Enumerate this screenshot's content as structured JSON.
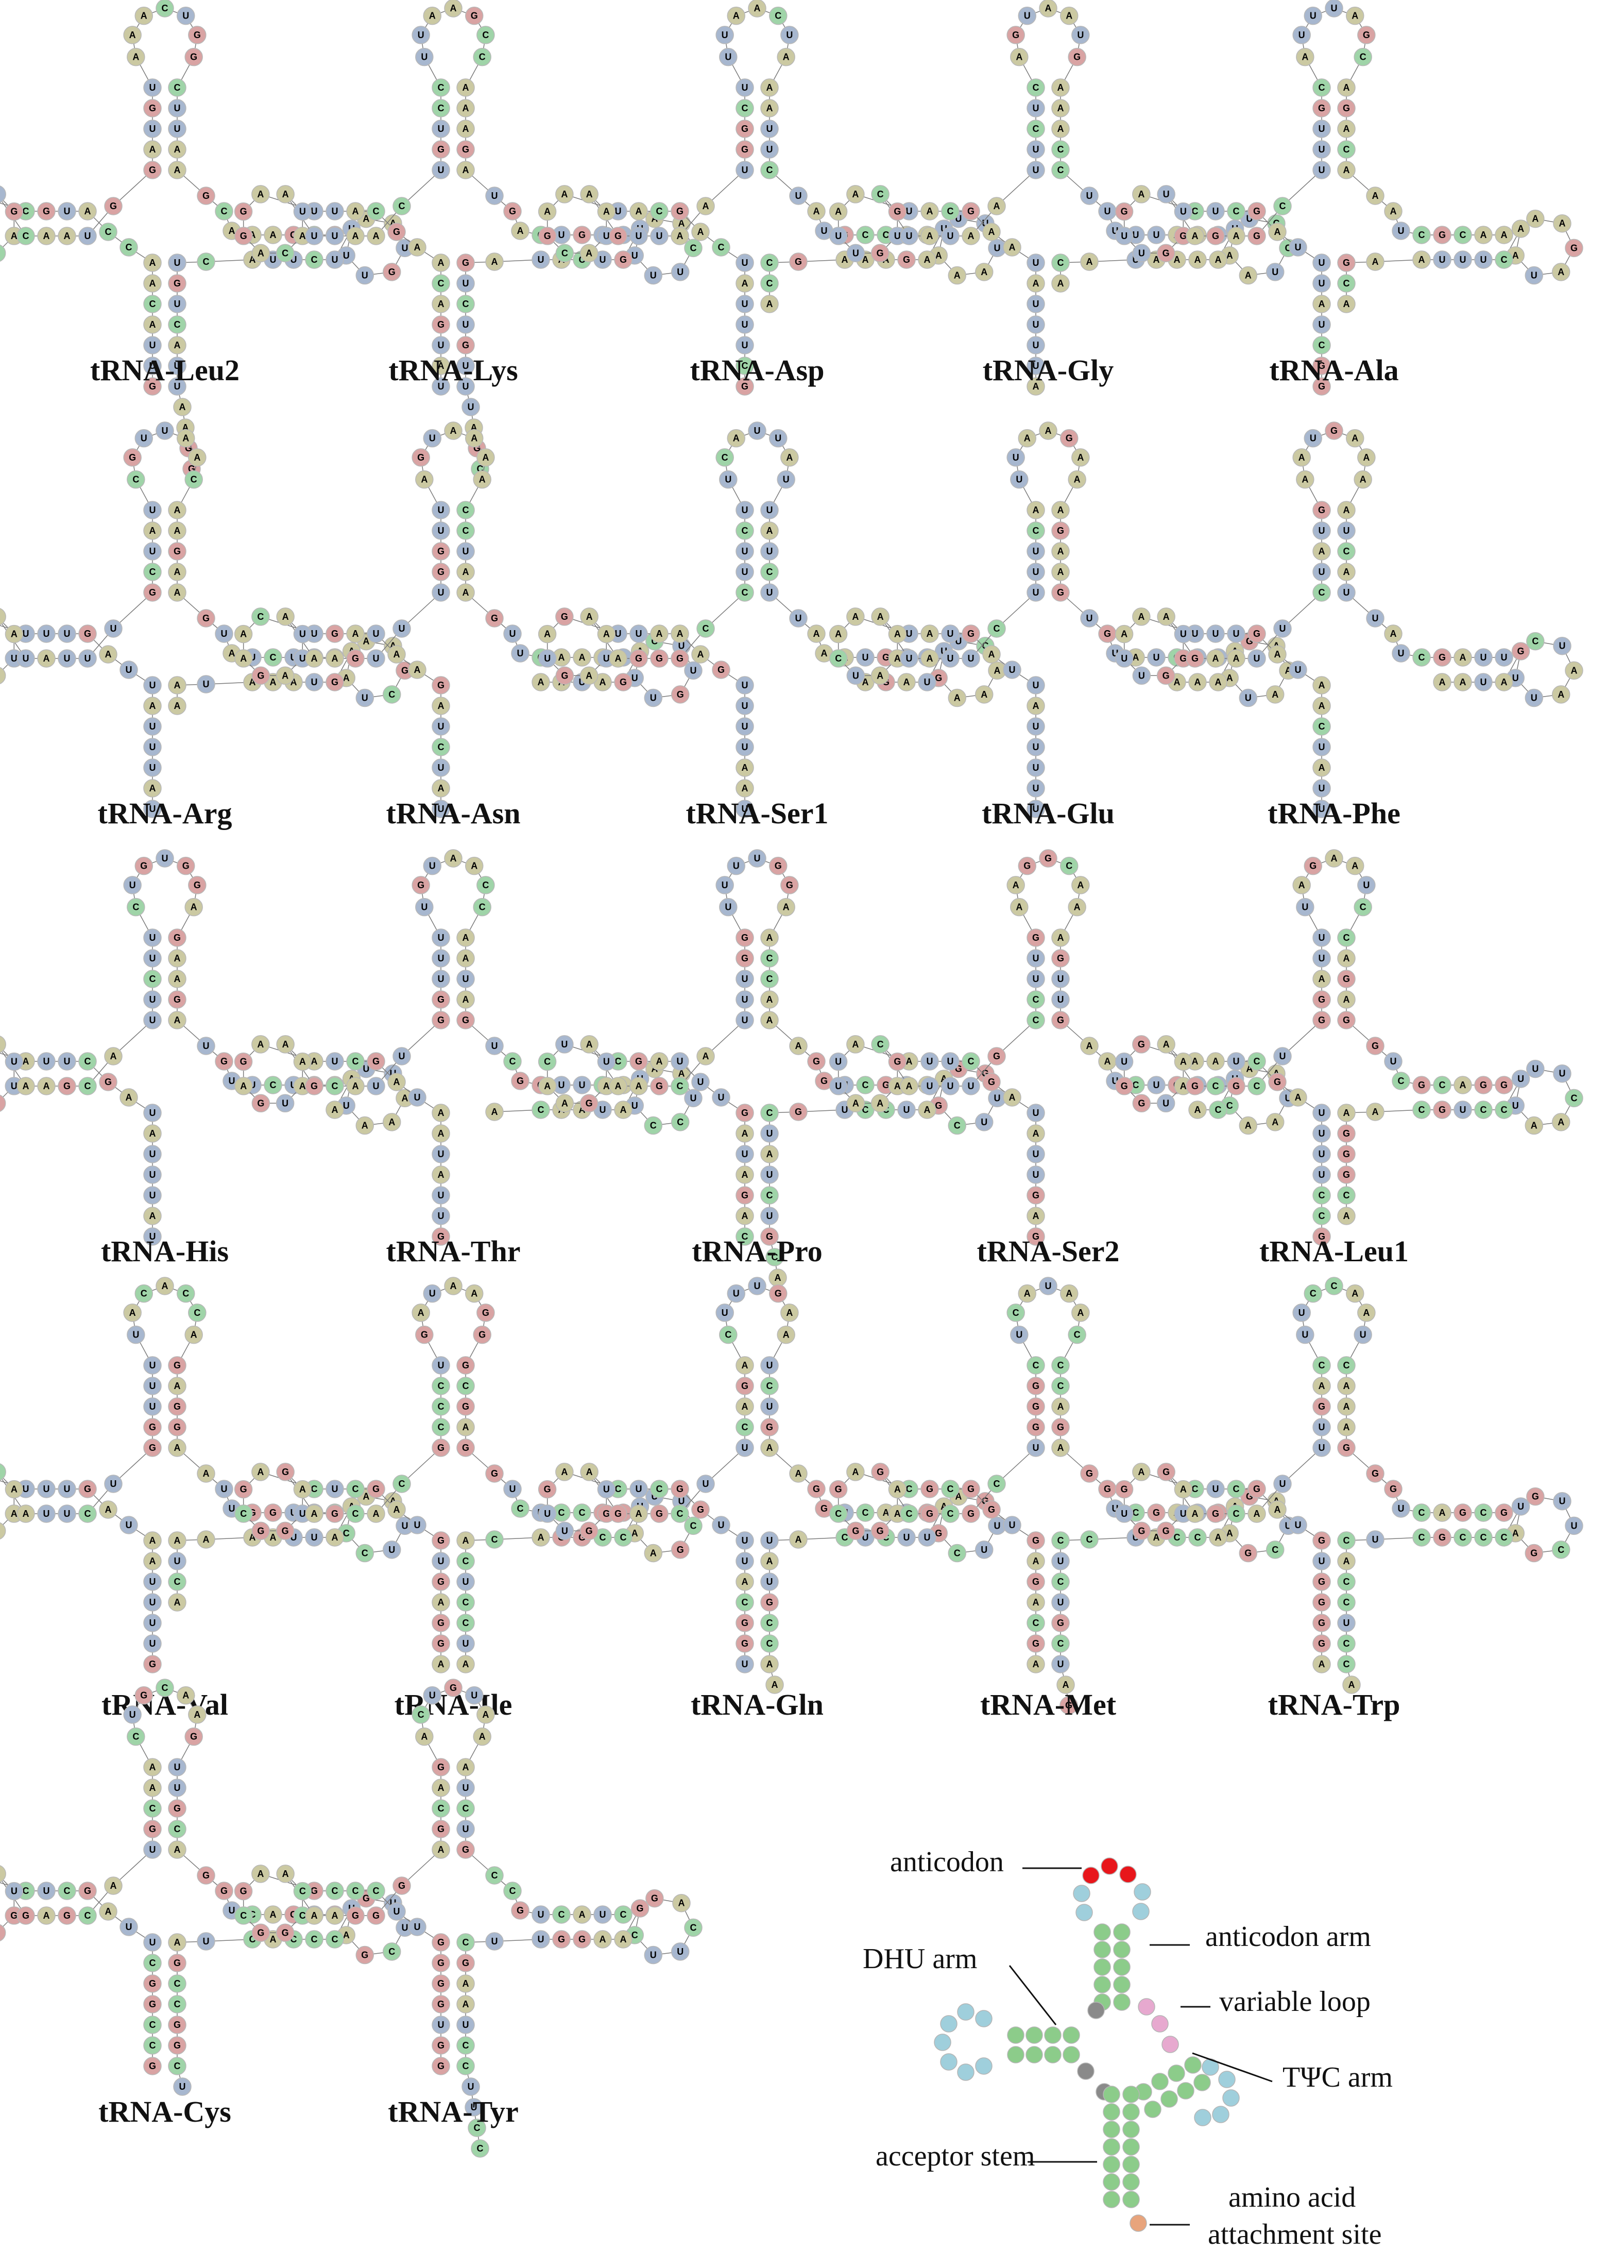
{
  "colors": {
    "A": "#cbc9a2",
    "U": "#a7b7cf",
    "G": "#d9a3a3",
    "C": "#9fd4a8",
    "outline": "#b8b8b8",
    "letter": "#000000",
    "bond": "#7a7a7a",
    "legend_anticodon": "#e8161b",
    "legend_loop": "#9fcfdc",
    "legend_stem": "#8ccc8a",
    "legend_connector": "#8a8a8a",
    "legend_variable": "#e7a9cf",
    "legend_attach": "#e8a47c"
  },
  "trnas": [
    {
      "name": "tRNA-Leu2",
      "seq": "GUUACAACCAUGCAAUUCAGUCAAUGGAUGUAAACUGGCUUAAGCAAAGCGAAUGUUUUCUUACUGUCAUUAAGGUCUGUAACCA"
    },
    {
      "name": "tRNA-Lys",
      "seq": "UAUGACAAGCAUUAGGACAUAUUAACUGUCCUUAAGCCAAAGAUGACUGUUAACUUUUGUCAUAGUCUGUUUAGCCA"
    },
    {
      "name": "tRNA-Asp",
      "seq": "GCUUUAUCAGCAUAAGCAUAAGUUAAUGGCUUUAACUAAAUUCUAUGCCAAUUUAAAUAGAAAGCCA"
    },
    {
      "name": "tRNA-Gly",
      "seq": "AUUUUAUAAGCAUAAUUGUGCUAUAAUUCUCAGUAAUGAAACCUUUUUAAUUCCUAAUAAAAUACA"
    },
    {
      "name": "tRNA-Ala",
      "seq": "GGCUAUUUAGCUCAGUUGGUUAGAGCUUUGCAUUUAGCAGACAAAUCGCAAAAGAUAACUUUAAGCA"
    },
    {
      "name": "tRNA-Arg",
      "seq": "UAUUUAUUAGUUUAACUAUAAUAUUUGCUAUCGUUAACAAGAAGUAUCUUAAAGCUAAGUAAAUAA"
    },
    {
      "name": "tRNA-Asn",
      "seq": "UAUCUAGAAUAGUCAAGAUUAAAGUUUGGUUAGUAAAACCUAAGUUCAAAUCUUGUUAGAUAA"
    },
    {
      "name": "tRNA-Ser1",
      "seq": "UAAUUUUGAAAUUGAUGAUAAAGGGCCUUCUUCAUUAUUAUCUUAAAUGUUUCAAAGUUAGA"
    },
    {
      "name": "tRNA-Glu",
      "seq": "UUUUUAUUAGUAUAACUAAAAUAUUCUUUCAUUAAGAAAGAAGUGUAUCUUGAAAUAAAAA"
    },
    {
      "name": "tRNA-Phe",
      "seq": "UUAUCAAUAGUUUAAUUGGUAGAAUUCUAUGAAUGAAAAUCAUUAUCGAUUCUAAUUGAUAA"
    },
    {
      "name": "tRNA-His",
      "seq": "UAUUUAUAGCUUAAUUGGUUAAAGCAUUCUUCUGUGGAGAAGAUGUUCUGAUUAAAUAA"
    },
    {
      "name": "tRNA-Thr",
      "seq": "GUUAUAAUAGCUAAGAGUAAAGCAUUGGUUUUGUAACCAAUAGUCGGUUCAAAUCCUUAUAACA"
    },
    {
      "name": "tRNA-Pro",
      "seq": "CAGAUAGUUUAGCUCAAGAUAAAGCAUUUGGUUUUGGAACCAAAGGUCGUAGGUUCGAAUCCUGCUAUCUGCA"
    },
    {
      "name": "tRNA-Ser2",
      "seq": "GAGUUAUAGCUUAAUUAAAGCAUUUGCCUUGAAGGCAAAGUUGAAUCUGUUAAUAACUCA"
    },
    {
      "name": "tRNA-Leu1",
      "seq": "GCCUUUUAGCUAAGUGGUAAAGCGCUGGAUUUAGAAUCCAGAGGUCGCAGGUUCAAUUCCUGCAAGGGCA"
    },
    {
      "name": "tRNA-Val",
      "seq": "GUUUUAAUAGUUUAAUUAAACAUUCUGGUUUUACACCAGAGGAAUUGGUUCAAUUCCAAUUAAAAUCA"
    },
    {
      "name": "tRNA-Ile",
      "seq": "AGGAGUGUAGCUCAGCGGUAGAGCACGCCCUGAUAAGGGCGAGGUCUCCGGUUCGAAUCCGGACACUCCUA"
    },
    {
      "name": "tRNA-Gln",
      "seq": "UGGCAUUUGGCUCAGUUGGUAGAGCUUCAGACUUUGAAUCUGAAGGUCAUGAGUUCGAUUCUCAUAUGCCAA"
    },
    {
      "name": "tRNA-Met",
      "seq": "AGCAGAGUGGCGCAGCGGAAGCGCGCUGGGCUCAUAACCCAGAGGUCGAUGGAUCGAAACCAUCCUCUGCUAG"
    },
    {
      "name": "tRNA-Trp",
      "seq": "AGGGGUGUAGCUCAGUGGUAGAGCAUUUGACUUCCAAUCAAAGGGUCAGCGGUUCGAUCCCGCUCACCUCCA"
    },
    {
      "name": "tRNA-Cys",
      "seq": "GCCGGCUUAGCUCAGUUGGUAGAGCAUGCAACUGCAAGUUGCAGGUCAGUGGUUCGAUCCCACUAGCCGGCU"
    },
    {
      "name": "tRNA-Tyr",
      "seq": "GGUGGGGUUCCCGAGCGGCCAAAGGGAGCAGACUGUAAAUCUGCCGUCAUCGACUUCGAAGGUUCGAAUCCUUCCCCCACCA"
    }
  ],
  "legend": {
    "anticodon": "anticodon",
    "anticodon_arm": "anticodon arm",
    "dhu_arm": "DHU arm",
    "variable_loop": "variable loop",
    "tpc_arm": "TΨC arm",
    "acceptor_stem": "acceptor stem",
    "attachment_1": "amino acid",
    "attachment_2": "attachment site"
  }
}
